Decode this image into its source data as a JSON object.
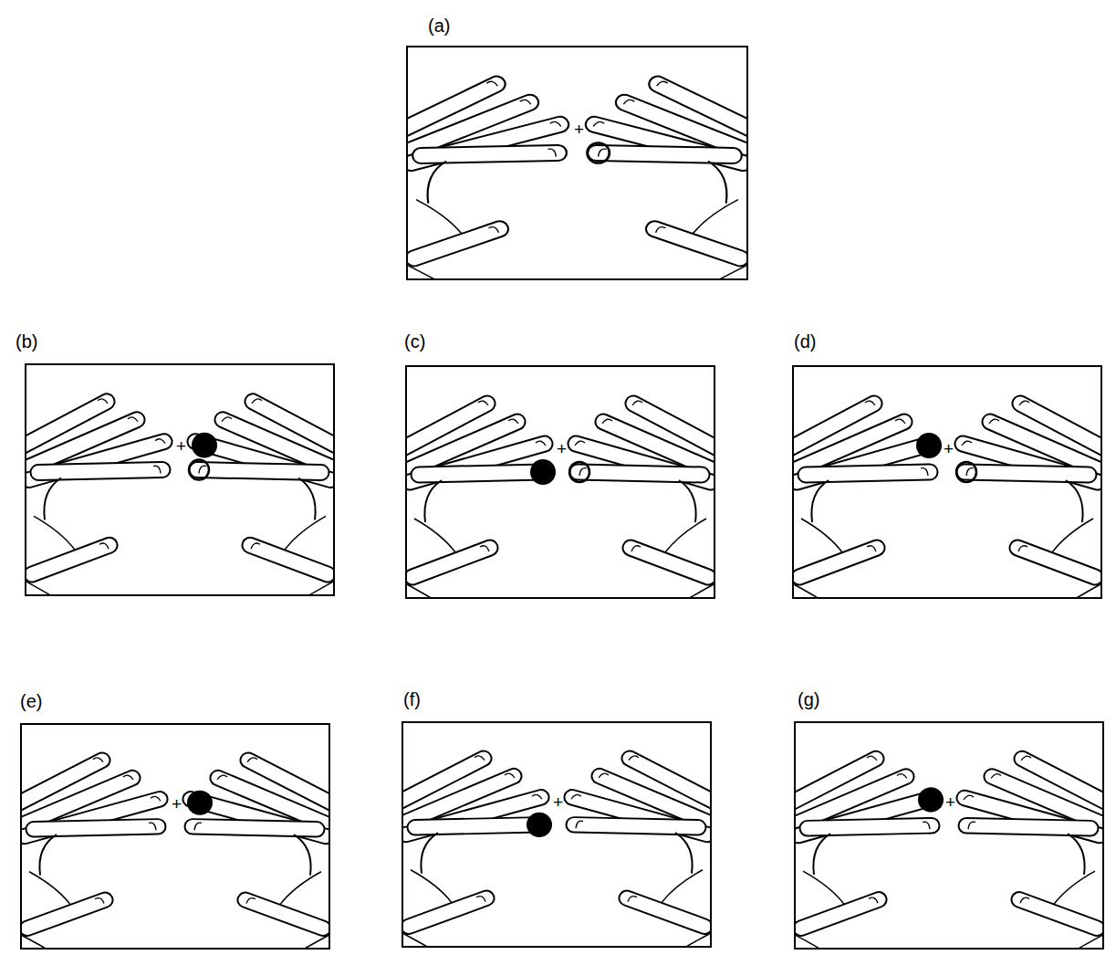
{
  "diagram": {
    "nodes": [
      {
        "text": [
          "(a)",
          "+"
        ]
      },
      {
        "text": [
          "(b)",
          "+"
        ]
      },
      {
        "text": [
          "(c)",
          "+"
        ]
      },
      {
        "text": [
          "(d)",
          "+"
        ]
      },
      {
        "text": [
          "(e)",
          "+"
        ]
      },
      {
        "text": [
          "(f)",
          "+"
        ]
      },
      {
        "text": [
          "(g)",
          "+"
        ]
      }
    ]
  }
}
